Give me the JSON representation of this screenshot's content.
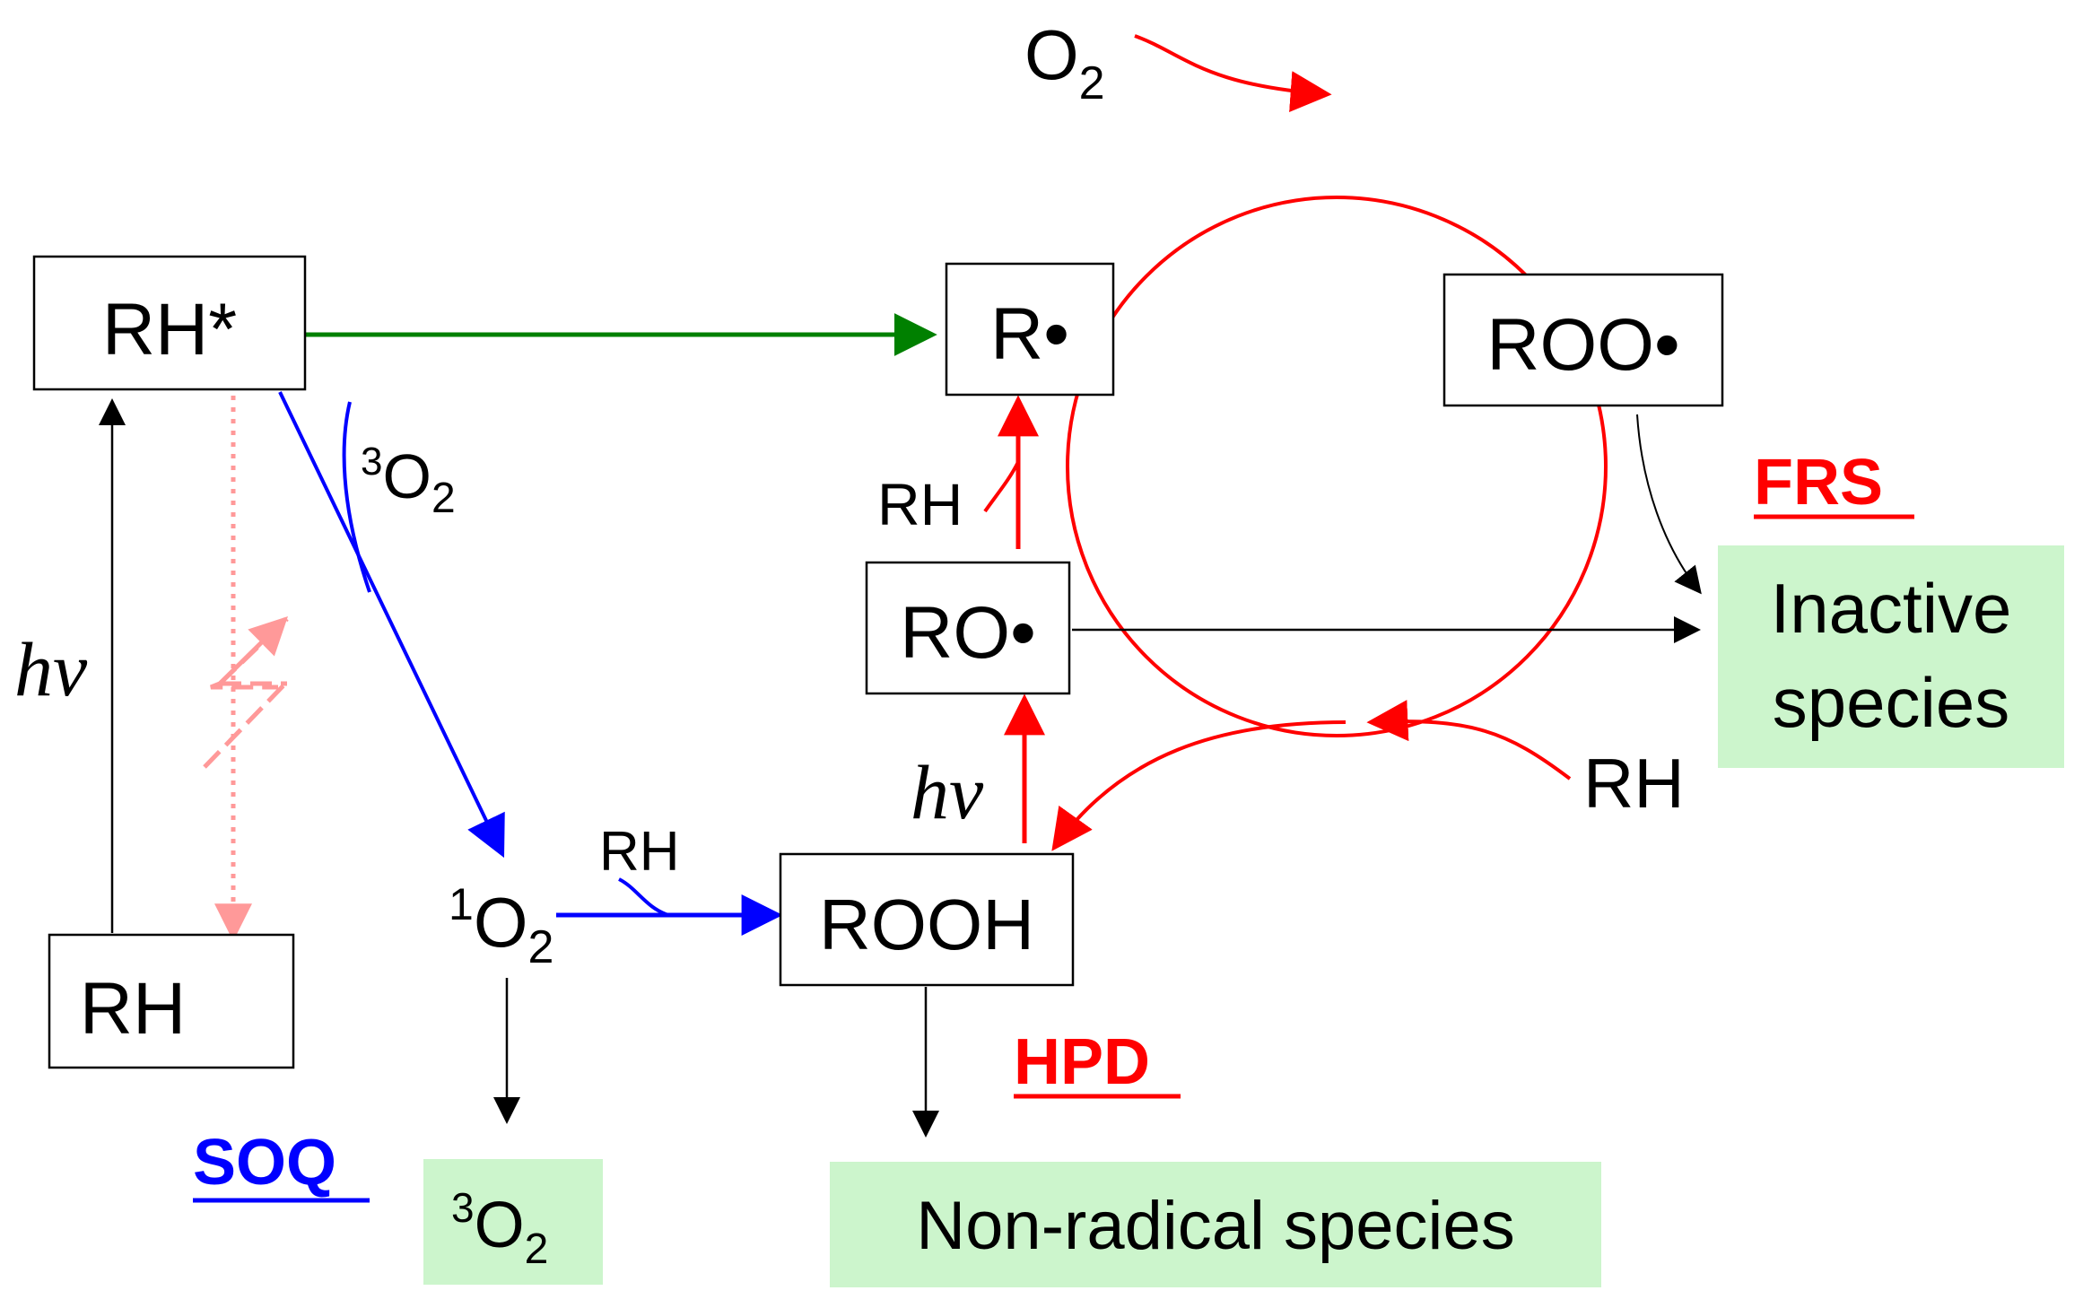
{
  "nodes": {
    "rh_star": "RH*",
    "rh": "RH",
    "r_radical": "R•",
    "roo_radical": "ROO•",
    "ro_radical": "RO•",
    "rooh": "ROOH",
    "singlet_o2": {
      "sup": "1",
      "base": "O",
      "sub": "2"
    }
  },
  "products": {
    "inactive_line1": "Inactive",
    "inactive_line2": "species",
    "non_radical": "Non-radical species",
    "triplet_o2": {
      "sup": "3",
      "base": "O",
      "sub": "2"
    }
  },
  "labels": {
    "hv": "hν",
    "triplet_o2_in": {
      "sup": "3",
      "base": "O",
      "sub": "2"
    },
    "o2_top": {
      "base": "O",
      "sub": "2"
    },
    "rh_small": "RH",
    "rh_ro": "RH",
    "rh_right": "RH"
  },
  "tags": {
    "soq": "SOQ",
    "frs": "FRS",
    "hpd": "HPD"
  },
  "colors": {
    "red": "#ff0000",
    "blue": "#0000ff",
    "green": "#008000",
    "pink": "#ff9999",
    "product_fill": "#ccf5cc"
  }
}
